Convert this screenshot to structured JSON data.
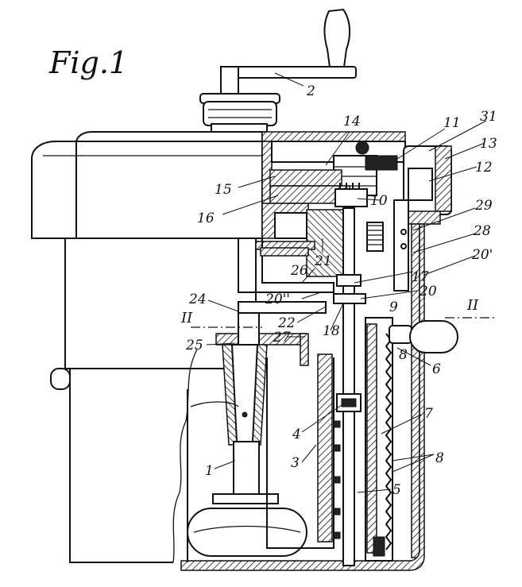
{
  "figure": {
    "title": "Fig.1"
  },
  "section_marks": {
    "left": "II",
    "right": "II"
  },
  "labels": {
    "l1": "1",
    "l2": "2",
    "l3": "3",
    "l4": "4",
    "l5": "5",
    "l6": "6",
    "l7": "7",
    "l8a": "8",
    "l8b": "8",
    "l9": "9",
    "l10": "10",
    "l11": "11",
    "l12": "12",
    "l13": "13",
    "l14": "14",
    "l15": "15",
    "l16": "16",
    "l17": "17",
    "l18": "18",
    "l20": "20",
    "l20p": "20'",
    "l20pp": "20''",
    "l21": "21",
    "l22": "22",
    "l24": "24",
    "l25": "25",
    "l26": "26",
    "l27": "27",
    "l28": "28",
    "l29": "29",
    "l31": "31"
  }
}
